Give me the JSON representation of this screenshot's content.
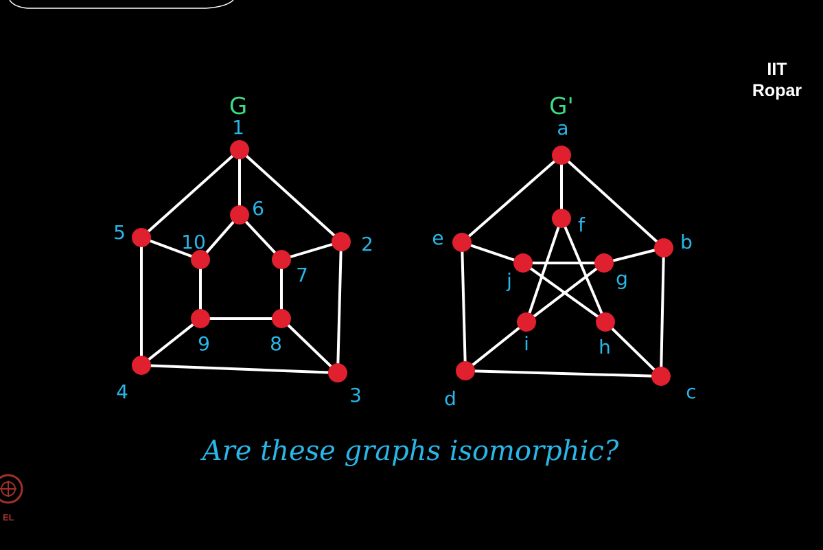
{
  "colors": {
    "background": "#000000",
    "edge": "#ffffff",
    "vertex": "#e0202e",
    "title": "#3ddc84",
    "label": "#29b6e8",
    "institution_text": "#ffffff",
    "logo": "#a0322a"
  },
  "institution": {
    "line1": "IIT",
    "line2": "Ropar"
  },
  "logo": {
    "icon": "nptel-logo-icon",
    "text": "EL"
  },
  "graph_g": {
    "title": "G",
    "vertices": [
      "1",
      "2",
      "3",
      "4",
      "5",
      "6",
      "7",
      "8",
      "9",
      "10"
    ],
    "edges": [
      [
        "1",
        "2"
      ],
      [
        "2",
        "3"
      ],
      [
        "3",
        "4"
      ],
      [
        "4",
        "5"
      ],
      [
        "5",
        "1"
      ],
      [
        "1",
        "6"
      ],
      [
        "2",
        "7"
      ],
      [
        "3",
        "8"
      ],
      [
        "4",
        "9"
      ],
      [
        "5",
        "10"
      ],
      [
        "6",
        "7"
      ],
      [
        "7",
        "8"
      ],
      [
        "8",
        "9"
      ],
      [
        "9",
        "10"
      ],
      [
        "10",
        "6"
      ]
    ]
  },
  "graph_g_prime": {
    "title": "G'",
    "vertices": [
      "a",
      "b",
      "c",
      "d",
      "e",
      "f",
      "g",
      "h",
      "i",
      "j"
    ],
    "edges": [
      [
        "a",
        "b"
      ],
      [
        "b",
        "c"
      ],
      [
        "c",
        "d"
      ],
      [
        "d",
        "e"
      ],
      [
        "e",
        "a"
      ],
      [
        "a",
        "f"
      ],
      [
        "b",
        "g"
      ],
      [
        "c",
        "h"
      ],
      [
        "d",
        "i"
      ],
      [
        "e",
        "j"
      ],
      [
        "f",
        "h"
      ],
      [
        "f",
        "i"
      ],
      [
        "j",
        "g"
      ],
      [
        "j",
        "h"
      ],
      [
        "g",
        "i"
      ]
    ]
  },
  "question": "Are these graphs isomorphic?"
}
